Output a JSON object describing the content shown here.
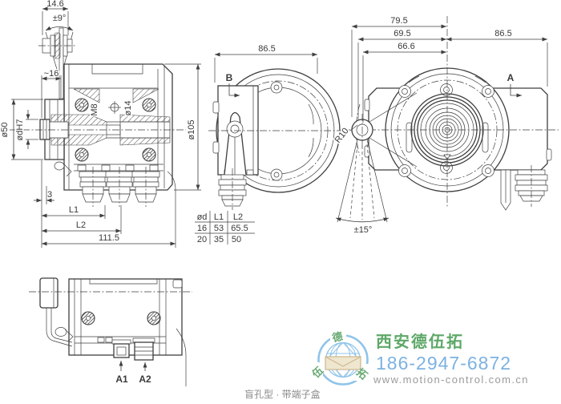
{
  "caption": "盲孔型 · 带端子盒",
  "dims": {
    "pin_width": "14.6",
    "pin_swing": "±9°",
    "clamp_depth": "~16",
    "flange_dia": "ø50",
    "shaft_bore": "ødH7",
    "screw": "M8",
    "bore_dia": "ø14",
    "body_dia": "ø105",
    "gap": "3",
    "l1": "L1",
    "l2": "L2",
    "total_len": "111.5",
    "depth": "86.5",
    "w1": "79.5",
    "w2": "69.5",
    "w3": "66.6",
    "arm_radius": "R10",
    "arm_swing": "±15°"
  },
  "view_labels": {
    "a": "A",
    "b": "B",
    "a1": "A1",
    "a2": "A2"
  },
  "table": {
    "headers": [
      "ød",
      "L1",
      "L2"
    ],
    "rows": [
      [
        "16",
        "53",
        "65.5"
      ],
      [
        "20",
        "35",
        "50"
      ]
    ]
  },
  "watermark": {
    "company": "西安德伍拓",
    "phone": "186-2947-6872",
    "website": "www.motion-control.com.cn",
    "logo_chars": [
      "德",
      "伍",
      "拓"
    ]
  },
  "colors": {
    "line": "#3f3f3f",
    "company_green": "#5ea868",
    "phone_blue": "#7cb2e2",
    "site_gray": "#9b9b9b",
    "logo_ring_blue": "#8fc4e9",
    "envelope_tan": "#cdb88f"
  }
}
